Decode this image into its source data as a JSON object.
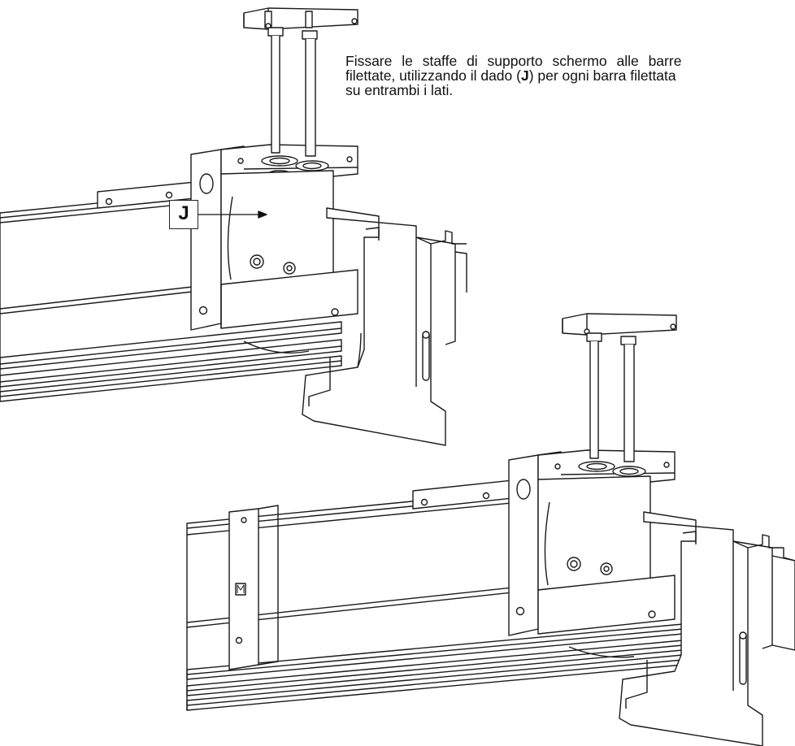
{
  "instruction": {
    "line1": "Fissare le staffe di supporto schermo alle barre",
    "line2_before": "filettate, utilizzando il dado (",
    "line2_bold": "J",
    "line2_after": ") per ogni barra filettata",
    "line3": "su entrambi i lati."
  },
  "callout": {
    "label": "J"
  },
  "colors": {
    "line": "#1a1a1a",
    "fill": "#ffffff",
    "dark": "#111111"
  }
}
